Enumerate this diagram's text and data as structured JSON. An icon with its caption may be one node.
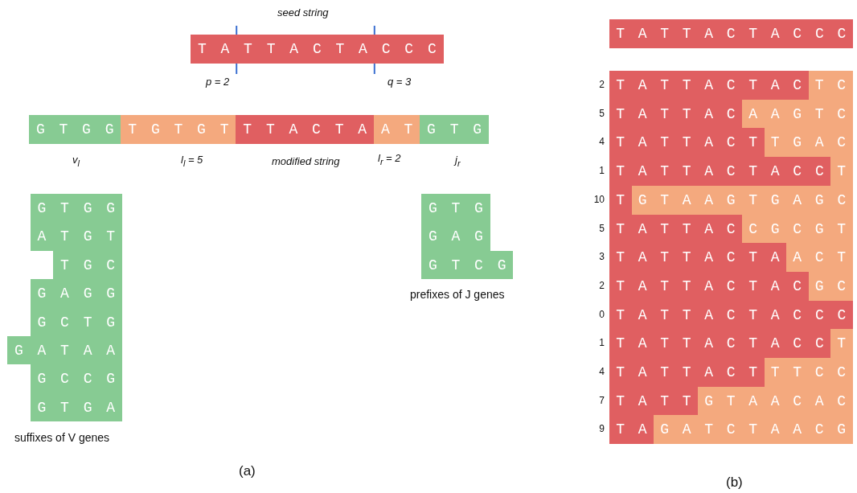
{
  "diagram": {
    "nodes": [
      {
        "text": [
          "T A T T A C T A C C C"
        ]
      },
      {
        "text": [
          "G T G G"
        ]
      },
      {
        "text": [
          "T G T G T"
        ]
      },
      {
        "text": [
          "T T A C T A"
        ]
      },
      {
        "text": [
          "A T"
        ]
      },
      {
        "text": [
          "G T G"
        ]
      },
      {
        "text": [
          "G T G G"
        ]
      },
      {
        "text": [
          "A T G T"
        ]
      },
      {
        "text": [
          "T G C"
        ]
      },
      {
        "text": [
          "G A G G"
        ]
      },
      {
        "text": [
          "G C T G"
        ]
      },
      {
        "text": [
          "G A T A A"
        ]
      },
      {
        "text": [
          "G C C G"
        ]
      },
      {
        "text": [
          "G T G A"
        ]
      },
      {
        "text": [
          "G T G"
        ]
      },
      {
        "text": [
          "G A G"
        ]
      },
      {
        "text": [
          "G T C G"
        ]
      },
      {
        "text": [
          "T A T T A C T A C C C"
        ]
      },
      {
        "text": [
          "T A T T A C T A C"
        ],
        "beside": [
          "2"
        ]
      },
      {
        "text": [
          "T C"
        ]
      },
      {
        "text": [
          "T A T T A C"
        ],
        "beside": [
          "5"
        ]
      },
      {
        "text": [
          "A A G T C"
        ]
      },
      {
        "text": [
          "T A T T A C T"
        ],
        "beside": [
          "4"
        ]
      },
      {
        "text": [
          "T G A C"
        ]
      },
      {
        "text": [
          "T A T T A C T A C C"
        ],
        "beside": [
          "1"
        ]
      },
      {
        "text": [
          "T"
        ]
      },
      {
        "text": [
          "T"
        ],
        "beside": [
          "10"
        ]
      },
      {
        "text": [
          "G T A A G T G A G C"
        ]
      },
      {
        "text": [
          "T A T T A C"
        ],
        "beside": [
          "5"
        ]
      },
      {
        "text": [
          "C G C G T"
        ]
      },
      {
        "text": [
          "T A T T A C T A"
        ],
        "beside": [
          "3"
        ]
      },
      {
        "text": [
          "A C T"
        ]
      },
      {
        "text": [
          "T A T T A C T A C"
        ],
        "beside": [
          "2"
        ]
      },
      {
        "text": [
          "G C"
        ]
      },
      {
        "text": [
          "T A T T A C T A C C C"
        ],
        "beside": [
          "0"
        ]
      },
      {
        "text": [
          "T A T T A C T A C C"
        ],
        "beside": [
          "1"
        ]
      },
      {
        "text": [
          "T"
        ]
      },
      {
        "text": [
          "T A T T A C T"
        ],
        "beside": [
          "4"
        ]
      },
      {
        "text": [
          "T T C C"
        ]
      },
      {
        "text": [
          "T A T T"
        ],
        "beside": [
          "7"
        ]
      },
      {
        "text": [
          "G T A A C A C"
        ]
      },
      {
        "text": [
          "T A"
        ],
        "beside": [
          "9"
        ]
      },
      {
        "text": [
          "G A T C T A A C G"
        ]
      }
    ],
    "labels": [
      "seed string",
      "p = 2",
      "q = 3",
      "v$_{l}$",
      "l$_{l}$ = 5",
      "modified string",
      "l$_{r}$ = 2",
      "j$_{r}$",
      "prefixes of J genes",
      "suffixes of V genes",
      "(a)",
      "(b)"
    ]
  }
}
